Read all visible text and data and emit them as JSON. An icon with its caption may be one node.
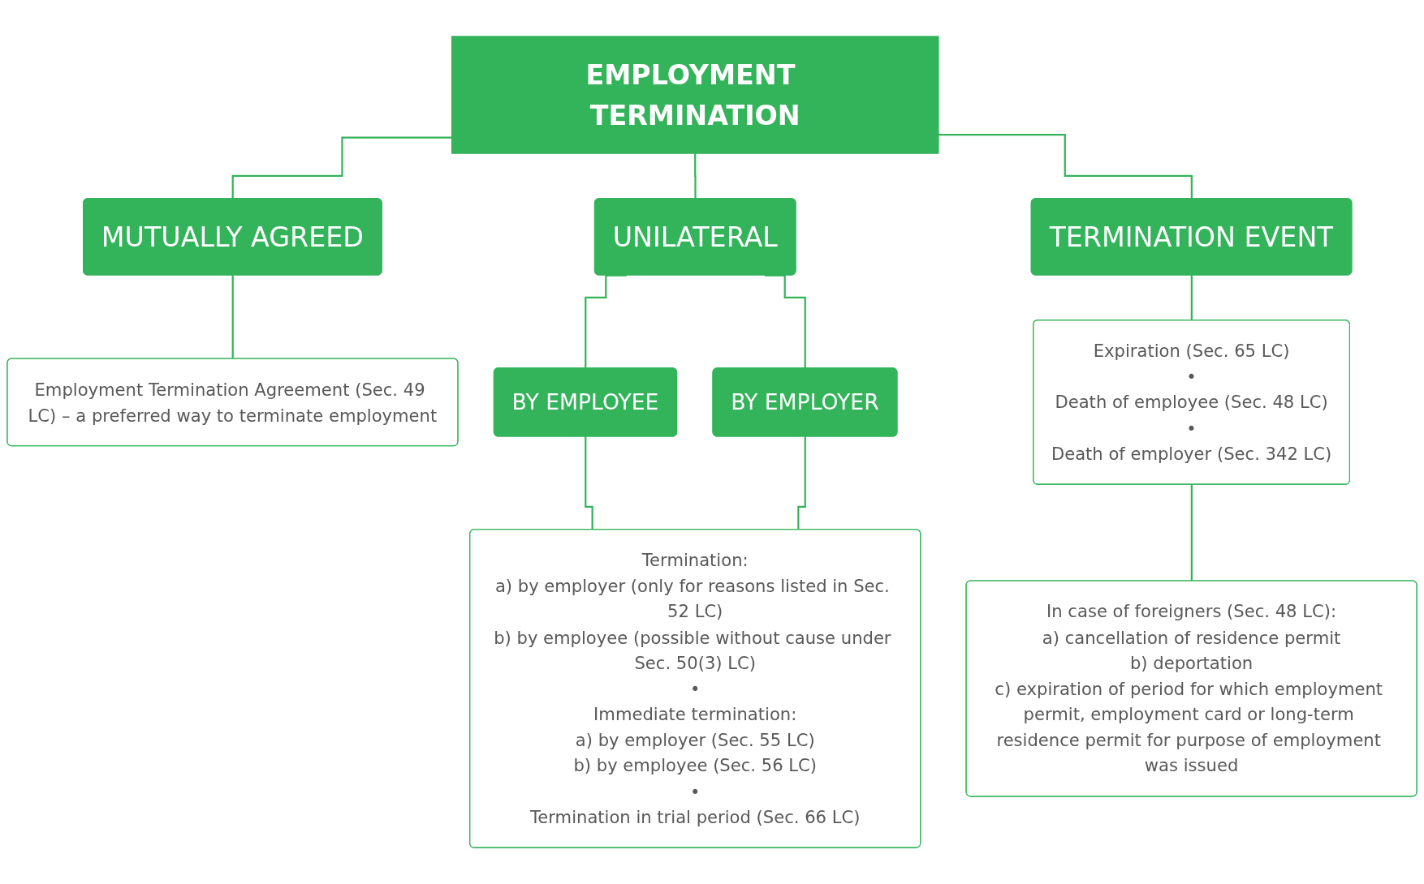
{
  "diagram": {
    "nodes": [
      {
        "text": [
          "EMPLOYMENT TERMINATION"
        ]
      },
      {
        "text": [
          "MUTUALLY AGREED"
        ]
      },
      {
        "text": [
          "UNILATERAL"
        ]
      },
      {
        "text": [
          "TERMINATION EVENT"
        ]
      },
      {
        "text": [
          "Employment Termination Agreement (Sec. 49 LC) – a preferred way to terminate employment"
        ]
      },
      {
        "text": [
          "BY EMPLOYEE"
        ]
      },
      {
        "text": [
          "BY EMPLOYER"
        ]
      },
      {
        "text": [
          "Termination:",
          "a) by employer (only for reasons listed in Sec. 52 LC)",
          "b) by employee (possible without cause under Sec. 50(3) LC)",
          "•",
          "Immediate termination:",
          "a) by employer (Sec. 55 LC)",
          "b) by employee (Sec. 56 LC)",
          "•",
          "Termination in trial period (Sec. 66 LC)"
        ]
      },
      {
        "text": [
          "Expiration (Sec. 65 LC)",
          "•",
          "Death of employee (Sec. 48 LC)",
          "•",
          "Death of employer (Sec. 342 LC)"
        ]
      },
      {
        "text": [
          "In case of foreigners (Sec. 48 LC):",
          "a) cancellation of residence permit",
          "b) deportation",
          "c) expiration of period for which employment permit, employment card or long-term residence permit for purpose of employment was issued"
        ]
      }
    ],
    "edges": [
      {
        "from": 0,
        "to": 1,
        "arrow": "none"
      },
      {
        "from": 0,
        "to": 2,
        "arrow": "none"
      },
      {
        "from": 0,
        "to": 3,
        "arrow": "none"
      },
      {
        "from": 1,
        "to": 4,
        "arrow": "none"
      },
      {
        "from": 2,
        "to": 5,
        "arrow": "none"
      },
      {
        "from": 2,
        "to": 6,
        "arrow": "none"
      },
      {
        "from": 5,
        "to": 7,
        "arrow": "none"
      },
      {
        "from": 6,
        "to": 7,
        "arrow": "none"
      },
      {
        "from": 3,
        "to": 8,
        "arrow": "none"
      },
      {
        "from": 8,
        "to": 9,
        "arrow": "none"
      }
    ]
  }
}
